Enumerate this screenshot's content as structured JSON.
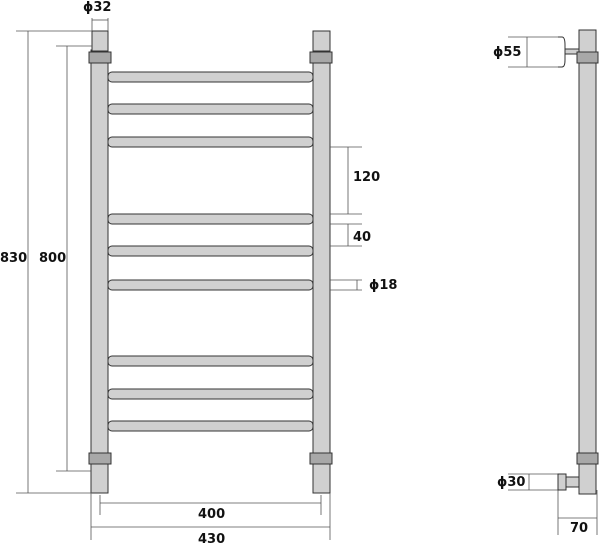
{
  "title": "Towel rail ladder technical drawing",
  "colors": {
    "pipe_fill": "#d0d0d0",
    "collar_fill": "#a8a8a8",
    "outline": "#333333",
    "dimension_line": "#555555",
    "background": "#ffffff"
  },
  "front_view": {
    "rungs_count": 9,
    "dimensions": {
      "pipe_diameter": "ϕ32",
      "total_height": "830",
      "center_height": "800",
      "rung_gap_large": "120",
      "rung_gap_small": "40",
      "rung_diameter": "ϕ18",
      "center_width": "400",
      "total_width": "430"
    }
  },
  "side_view": {
    "dimensions": {
      "top_cap_diameter": "ϕ55",
      "bottom_cap_diameter": "ϕ30",
      "wall_offset": "70"
    }
  }
}
